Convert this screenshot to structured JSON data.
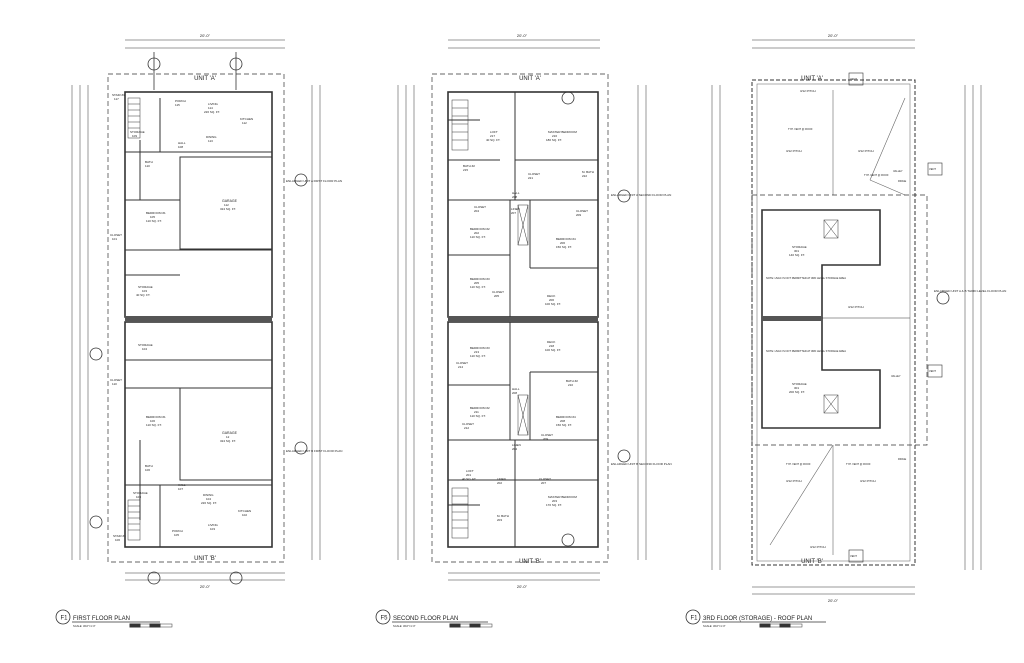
{
  "plans": [
    {
      "key": "f1",
      "sheet_id": "F1",
      "title": "FIRST FLOOR PLAN",
      "scale": "SCALE: 3/16\"=1'-0\"",
      "overall_width": "20'-0\"",
      "unit_top": "UNIT 'A'",
      "unit_bottom": "UNIT 'B'",
      "enlarged_top": "ENLARGED UNIT A FIRST FLOOR PLAN",
      "enlarged_bottom": "ENLARGED UNIT B FIRST FLOOR PLAN",
      "rooms": [
        {
          "name": "PORCH",
          "num": "115"
        },
        {
          "name": "STAIR #1",
          "num": "117"
        },
        {
          "name": "LIVING",
          "num": "114",
          "area": "226 SQ. FT."
        },
        {
          "name": "KITCHEN",
          "num": "112"
        },
        {
          "name": "DINING",
          "num": "113"
        },
        {
          "name": "STORAGE",
          "num": "109"
        },
        {
          "name": "HALL",
          "num": "108"
        },
        {
          "name": "BATH",
          "num": "110"
        },
        {
          "name": "GARAGE",
          "num": "112",
          "area": "324 SQ. FT."
        },
        {
          "name": "BEDROOM #1",
          "num": "105",
          "area": "110 SQ. FT."
        },
        {
          "name": "CLOSET",
          "num": "101"
        },
        {
          "name": "STORAGE",
          "num": "103",
          "area": "40 SQ. FT."
        },
        {
          "name": "STORAGE",
          "num": "104"
        },
        {
          "name": "CLOSET",
          "num": "110"
        },
        {
          "name": "BEDROOM #1",
          "num": "106",
          "area": "110 SQ. FT."
        },
        {
          "name": "GARAGE",
          "num": "12",
          "area": "324 SQ. FT."
        },
        {
          "name": "BATH",
          "num": "106"
        },
        {
          "name": "HALL",
          "num": "107"
        },
        {
          "name": "STORAGE",
          "num": "109"
        },
        {
          "name": "DINING",
          "num": "104",
          "area": "226 SQ. FT."
        },
        {
          "name": "KITCHEN",
          "num": "102"
        },
        {
          "name": "LIVING",
          "num": "103"
        },
        {
          "name": "PORCH",
          "num": "105"
        },
        {
          "name": "STAIR #1",
          "num": "106"
        }
      ]
    },
    {
      "key": "f5",
      "sheet_id": "F5",
      "title": "SECOND FLOOR PLAN",
      "scale": "SCALE: 3/16\"=1'-0\"",
      "overall_width": "20'-0\"",
      "unit_top": "UNIT 'A'",
      "unit_bottom": "UNIT 'B'",
      "enlarged_top": "ENLARGED UNIT A SECOND FLOOR PLAN",
      "enlarged_bottom": "ENLARGED UNIT B SECOND FLOOR PLAN",
      "rooms": [
        {
          "name": "LOFT",
          "num": "217",
          "area": "40 SQ. FT."
        },
        {
          "name": "MASTER BEDROOM",
          "num": "216",
          "area": "180 SQ. FT."
        },
        {
          "name": "BATH #2",
          "num": "215"
        },
        {
          "name": "CLOSET",
          "num": "221"
        },
        {
          "name": "M. BATH",
          "num": "222"
        },
        {
          "name": "HALL",
          "num": "208"
        },
        {
          "name": "CLOSET",
          "num": "204"
        },
        {
          "name": "LINEN",
          "num": "207"
        },
        {
          "name": "CLOSET",
          "num": "209"
        },
        {
          "name": "BEDROOM #2",
          "num": "202",
          "area": "110 SQ. FT."
        },
        {
          "name": "BEDROOM #4",
          "num": "206",
          "area": "150 SQ. FT."
        },
        {
          "name": "BEDROOM #3",
          "num": "205",
          "area": "110 SQ. FT."
        },
        {
          "name": "CLOSET",
          "num": "205"
        },
        {
          "name": "DECK",
          "num": "206",
          "area": "100 SQ. FT."
        },
        {
          "name": "BEDROOM #3",
          "num": "213",
          "area": "110 SQ. FT."
        },
        {
          "name": "DECK",
          "num": "218",
          "area": "100 SQ. FT."
        },
        {
          "name": "CLOSET",
          "num": "214"
        },
        {
          "name": "BATH #2",
          "num": "210"
        },
        {
          "name": "HALL",
          "num": "208"
        },
        {
          "name": "BEDROOM #2",
          "num": "211",
          "area": "110 SQ. FT."
        },
        {
          "name": "BEDROOM #4",
          "num": "208",
          "area": "150 SQ. FT."
        },
        {
          "name": "CLOSET",
          "num": "212"
        },
        {
          "name": "CLOSET",
          "num": "209"
        },
        {
          "name": "LINEN",
          "num": "204"
        },
        {
          "name": "LOFT",
          "num": "201",
          "area": "40 SQ. FT."
        },
        {
          "name": "LINEN",
          "num": "202"
        },
        {
          "name": "CLOSET",
          "num": "207"
        },
        {
          "name": "MASTER BEDROOM",
          "num": "203",
          "area": "170 SQ. FT."
        },
        {
          "name": "M. BATH",
          "num": "203"
        }
      ]
    },
    {
      "key": "f1r",
      "sheet_id": "F1",
      "title": "3RD FLOOR (STORAGE) - ROOF PLAN",
      "scale": "SCALE: 3/16\"=1'-0\"",
      "overall_width": "20'-0\"",
      "unit_top": "UNIT 'A'",
      "unit_bottom": "UNIT 'B'",
      "enlarged": "ENLARGED UNIT A & B THIRD LEVEL FLOOR PLAN",
      "rooms": [
        {
          "name": "STORAGE",
          "num": "301",
          "area": "140 SQ. FT."
        },
        {
          "name": "STORAGE",
          "num": "301",
          "area": "200 SQ. FT."
        }
      ],
      "notes": [
        "NOTE: HVAC IS NOT PERMITTED AT 3RD LEVEL STORAGE AREA",
        "NOTE: HVAC IS NOT PERMITTED AT 3RD LEVEL STORAGE AREA"
      ],
      "roof_labels": {
        "pitch_3_12": "3/12 PITCH",
        "ridge": "RIDGE",
        "valley": "VALLEY",
        "vent": "VENT",
        "vent_note": "TYP. VENT @ ROOF"
      }
    }
  ]
}
